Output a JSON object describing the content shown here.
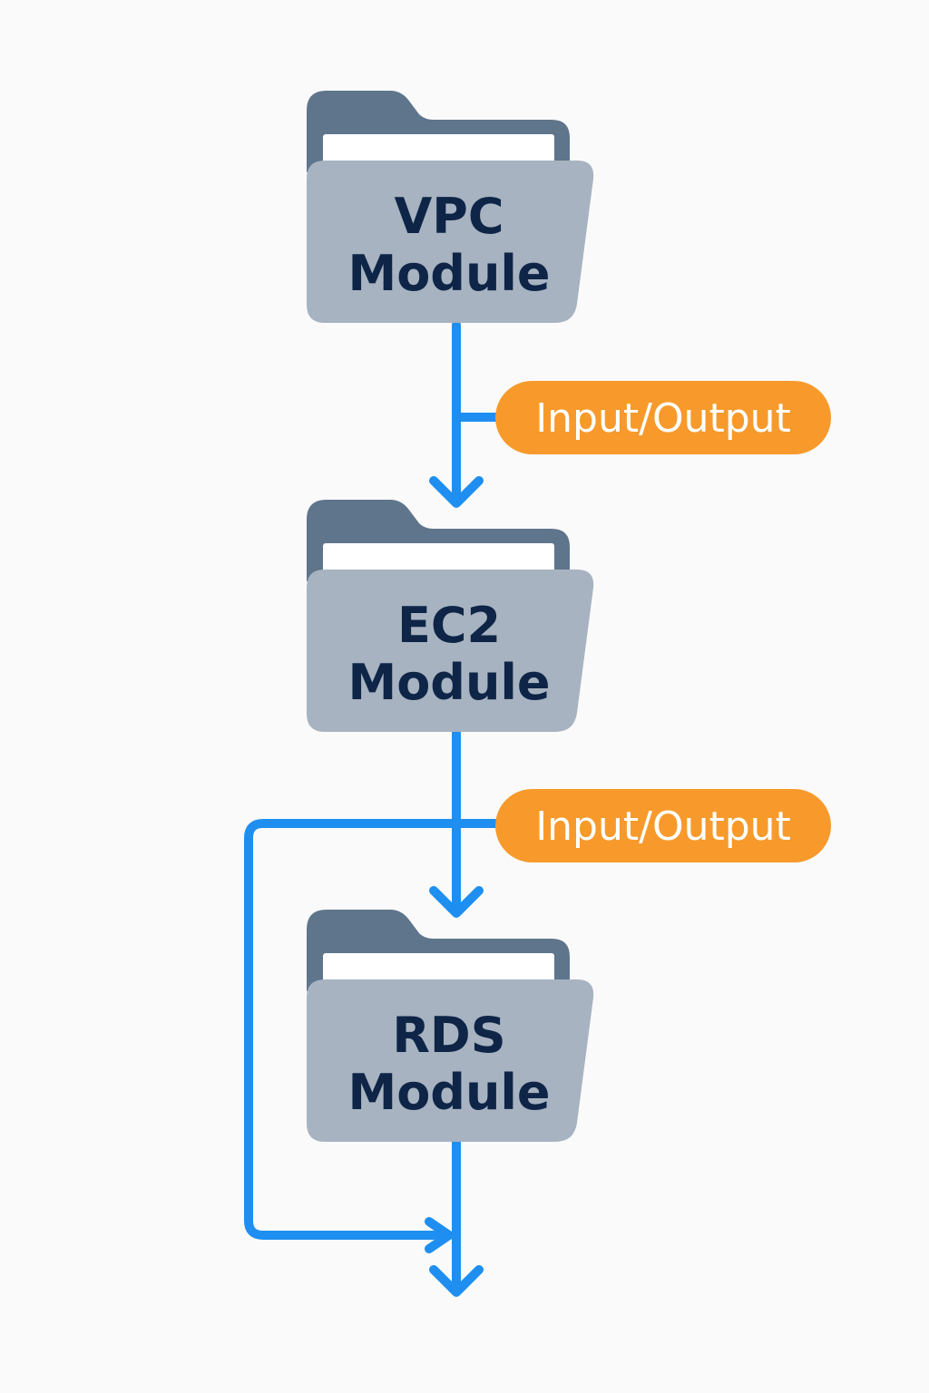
{
  "colors": {
    "background": "#fafafa",
    "connector": "#1e8ff0",
    "folder_tab": "#5f758c",
    "folder_body": "#a7b3c1",
    "folder_paper": "#ffffff",
    "module_text": "#0e2547",
    "label_pill": "#f79a2b",
    "label_text": "#ffffff"
  },
  "modules": [
    {
      "id": "vpc",
      "icon": "folder-icon",
      "line1": "VPC",
      "line2": "Module"
    },
    {
      "id": "ec2",
      "icon": "folder-icon",
      "line1": "EC2",
      "line2": "Module"
    },
    {
      "id": "rds",
      "icon": "folder-icon",
      "line1": "RDS",
      "line2": "Module"
    }
  ],
  "edge_labels": [
    {
      "text": "Input/Output"
    },
    {
      "text": "Input/Output"
    }
  ]
}
